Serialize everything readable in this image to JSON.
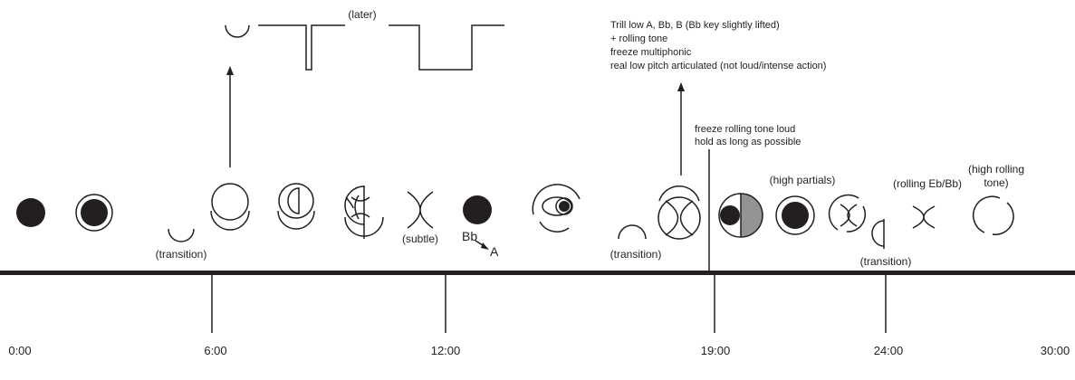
{
  "timeline": {
    "ticks": [
      "0:00",
      "6:00",
      "12:00",
      "19:00",
      "24:00",
      "30:00"
    ]
  },
  "labels": {
    "later": "(later)",
    "transition_1": "(transition)",
    "subtle": "(subtle)",
    "bb": "Bb",
    "a": "A",
    "transition_2": "(transition)",
    "high_partials": "(high partials)",
    "transition_3": "(transition)",
    "rolling_eb_bb": "(rolling Eb/Bb)",
    "high_rolling_1": "(high rolling",
    "high_rolling_2": "tone)"
  },
  "notes": {
    "trill": [
      "Trill low A, Bb, B (Bb key slightly lifted)",
      "+ rolling tone",
      " freeze multiphonic",
      "real low pitch articulated (not loud/intense action)"
    ],
    "freeze": [
      "freeze rolling tone loud",
      "hold as long as possible"
    ]
  },
  "colors": {
    "ink": "#231f20",
    "gray": "#939393"
  }
}
